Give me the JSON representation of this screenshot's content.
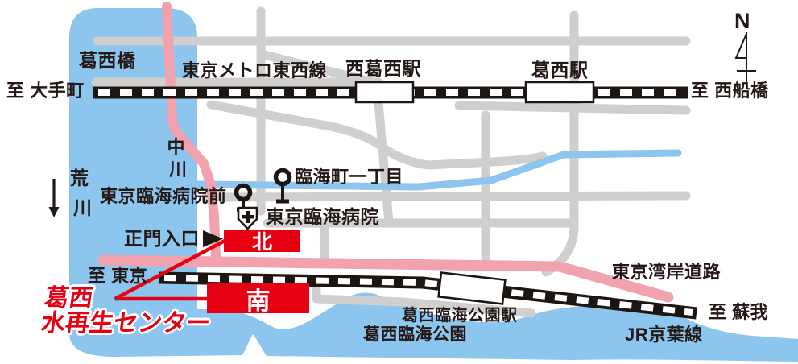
{
  "colors": {
    "water": "#8cc6ee",
    "road_gray": "#cfcfcf",
    "road_pink": "#f2a2ae",
    "accent_red": "#e60012",
    "rail_black": "#1d1512",
    "text": "#231815"
  },
  "compass_label": "N",
  "tozai": {
    "line_label": "東京メトロ東西線",
    "terminus_left": "至 大手町",
    "terminus_right": "至 西船橋",
    "station_nishikasai": "西葛西駅",
    "station_kasai": "葛西駅"
  },
  "keiyo": {
    "line_label": "JR京葉線",
    "terminus_left": "至 東京",
    "terminus_right": "至 蘇我",
    "station_kasairinkaikoen": "葛西臨海公園駅"
  },
  "rivers": {
    "arakawa": [
      "荒",
      "川"
    ],
    "nakagawa": [
      "中",
      "川"
    ]
  },
  "roads": {
    "kasaibashi_label": "葛西橋",
    "wangan_label": "東京湾岸道路"
  },
  "bus_stops": {
    "hospital_mae": "東京臨海病院前",
    "rinkaicho_1": "臨海町一丁目"
  },
  "places": {
    "hospital": "東京臨海病院",
    "park": "葛西臨海公園",
    "main_gate": "正門入口"
  },
  "facility": {
    "name_line1": "葛西",
    "name_line2": "水再生センター",
    "north_block": "北",
    "south_block": "南"
  }
}
